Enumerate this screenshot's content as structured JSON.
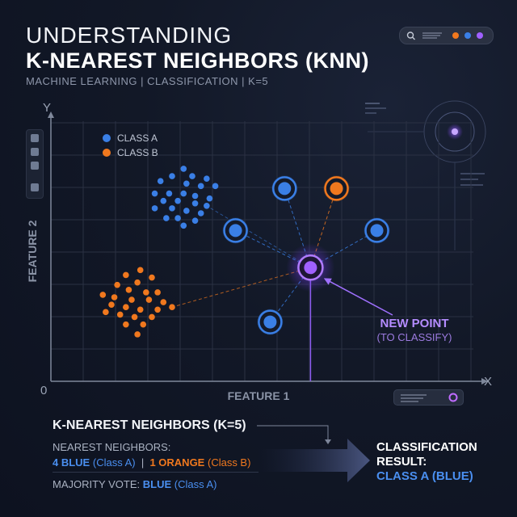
{
  "header": {
    "title_line1": "UNDERSTANDING",
    "title_line2": "K-NEAREST NEIGHBORS (KNN)",
    "subtitle": "MACHINE LEARNING | CLASSIFICATION | K=5"
  },
  "colors": {
    "class_a": "#3a7fe6",
    "class_b": "#f0781e",
    "new_point": "#a060ff",
    "background": "#121827",
    "grid": "#2a3143"
  },
  "chart_data": {
    "type": "scatter",
    "xlabel": "FEATURE 1",
    "ylabel": "FEATURE 2",
    "x_axis_letter": "X",
    "y_axis_letter": "Y",
    "origin_label": "0",
    "xlim": [
      0,
      10
    ],
    "ylim": [
      0,
      10
    ],
    "grid": true,
    "legend_position": "top-left",
    "series": [
      {
        "name": "CLASS A",
        "color": "#3a7fe6",
        "points": [
          [
            4.6,
            8.6
          ],
          [
            4.2,
            8.3
          ],
          [
            4.9,
            8.3
          ],
          [
            5.4,
            8.2
          ],
          [
            3.8,
            8.1
          ],
          [
            4.7,
            8.0
          ],
          [
            5.2,
            7.9
          ],
          [
            5.7,
            7.9
          ],
          [
            3.6,
            7.6
          ],
          [
            4.1,
            7.6
          ],
          [
            4.6,
            7.6
          ],
          [
            5.0,
            7.5
          ],
          [
            5.5,
            7.4
          ],
          [
            3.9,
            7.3
          ],
          [
            4.4,
            7.3
          ],
          [
            5.0,
            7.2
          ],
          [
            5.4,
            7.1
          ],
          [
            3.6,
            7.0
          ],
          [
            4.2,
            7.0
          ],
          [
            4.7,
            6.9
          ],
          [
            5.2,
            6.8
          ],
          [
            4.0,
            6.6
          ],
          [
            4.4,
            6.6
          ],
          [
            5.0,
            6.5
          ],
          [
            4.6,
            6.3
          ]
        ]
      },
      {
        "name": "CLASS B",
        "color": "#f0781e",
        "points": [
          [
            3.1,
            4.5
          ],
          [
            2.6,
            4.3
          ],
          [
            3.0,
            4.0
          ],
          [
            3.5,
            4.2
          ],
          [
            2.3,
            3.9
          ],
          [
            2.7,
            3.7
          ],
          [
            3.3,
            3.6
          ],
          [
            3.7,
            3.6
          ],
          [
            1.8,
            3.5
          ],
          [
            2.2,
            3.4
          ],
          [
            2.8,
            3.3
          ],
          [
            3.4,
            3.3
          ],
          [
            3.9,
            3.2
          ],
          [
            2.1,
            3.1
          ],
          [
            2.6,
            3.0
          ],
          [
            3.1,
            2.9
          ],
          [
            3.7,
            2.9
          ],
          [
            4.2,
            3.0
          ],
          [
            2.4,
            2.7
          ],
          [
            2.9,
            2.6
          ],
          [
            3.5,
            2.6
          ],
          [
            1.9,
            2.8
          ],
          [
            3.2,
            2.3
          ],
          [
            2.6,
            2.3
          ],
          [
            3.0,
            1.9
          ]
        ]
      }
    ],
    "neighbors": [
      {
        "class": "A",
        "x": 6.4,
        "y": 6.1
      },
      {
        "class": "A",
        "x": 8.1,
        "y": 7.8
      },
      {
        "class": "B",
        "x": 9.9,
        "y": 7.8
      },
      {
        "class": "A",
        "x": 11.3,
        "y": 6.1
      },
      {
        "class": "A",
        "x": 7.6,
        "y": 2.4
      }
    ],
    "new_point": {
      "x": 9.0,
      "y": 4.6
    },
    "new_point_label": "NEW POINT",
    "new_point_sublabel": "(TO CLASSIFY)"
  },
  "summary": {
    "title": "K-NEAREST NEIGHBORS (K=5)",
    "neighbors_label": "NEAREST NEIGHBORS:",
    "blue_count": "4 BLUE",
    "blue_class": "(Class A)",
    "separator": "|",
    "orange_count": "1 ORANGE",
    "orange_class": "(Class B)",
    "vote_label": "MAJORITY VOTE:",
    "vote_value": "BLUE",
    "vote_class": "(Class A)",
    "result_title_line1": "CLASSIFICATION",
    "result_title_line2": "RESULT:",
    "result_value": "CLASS A (BLUE)"
  }
}
